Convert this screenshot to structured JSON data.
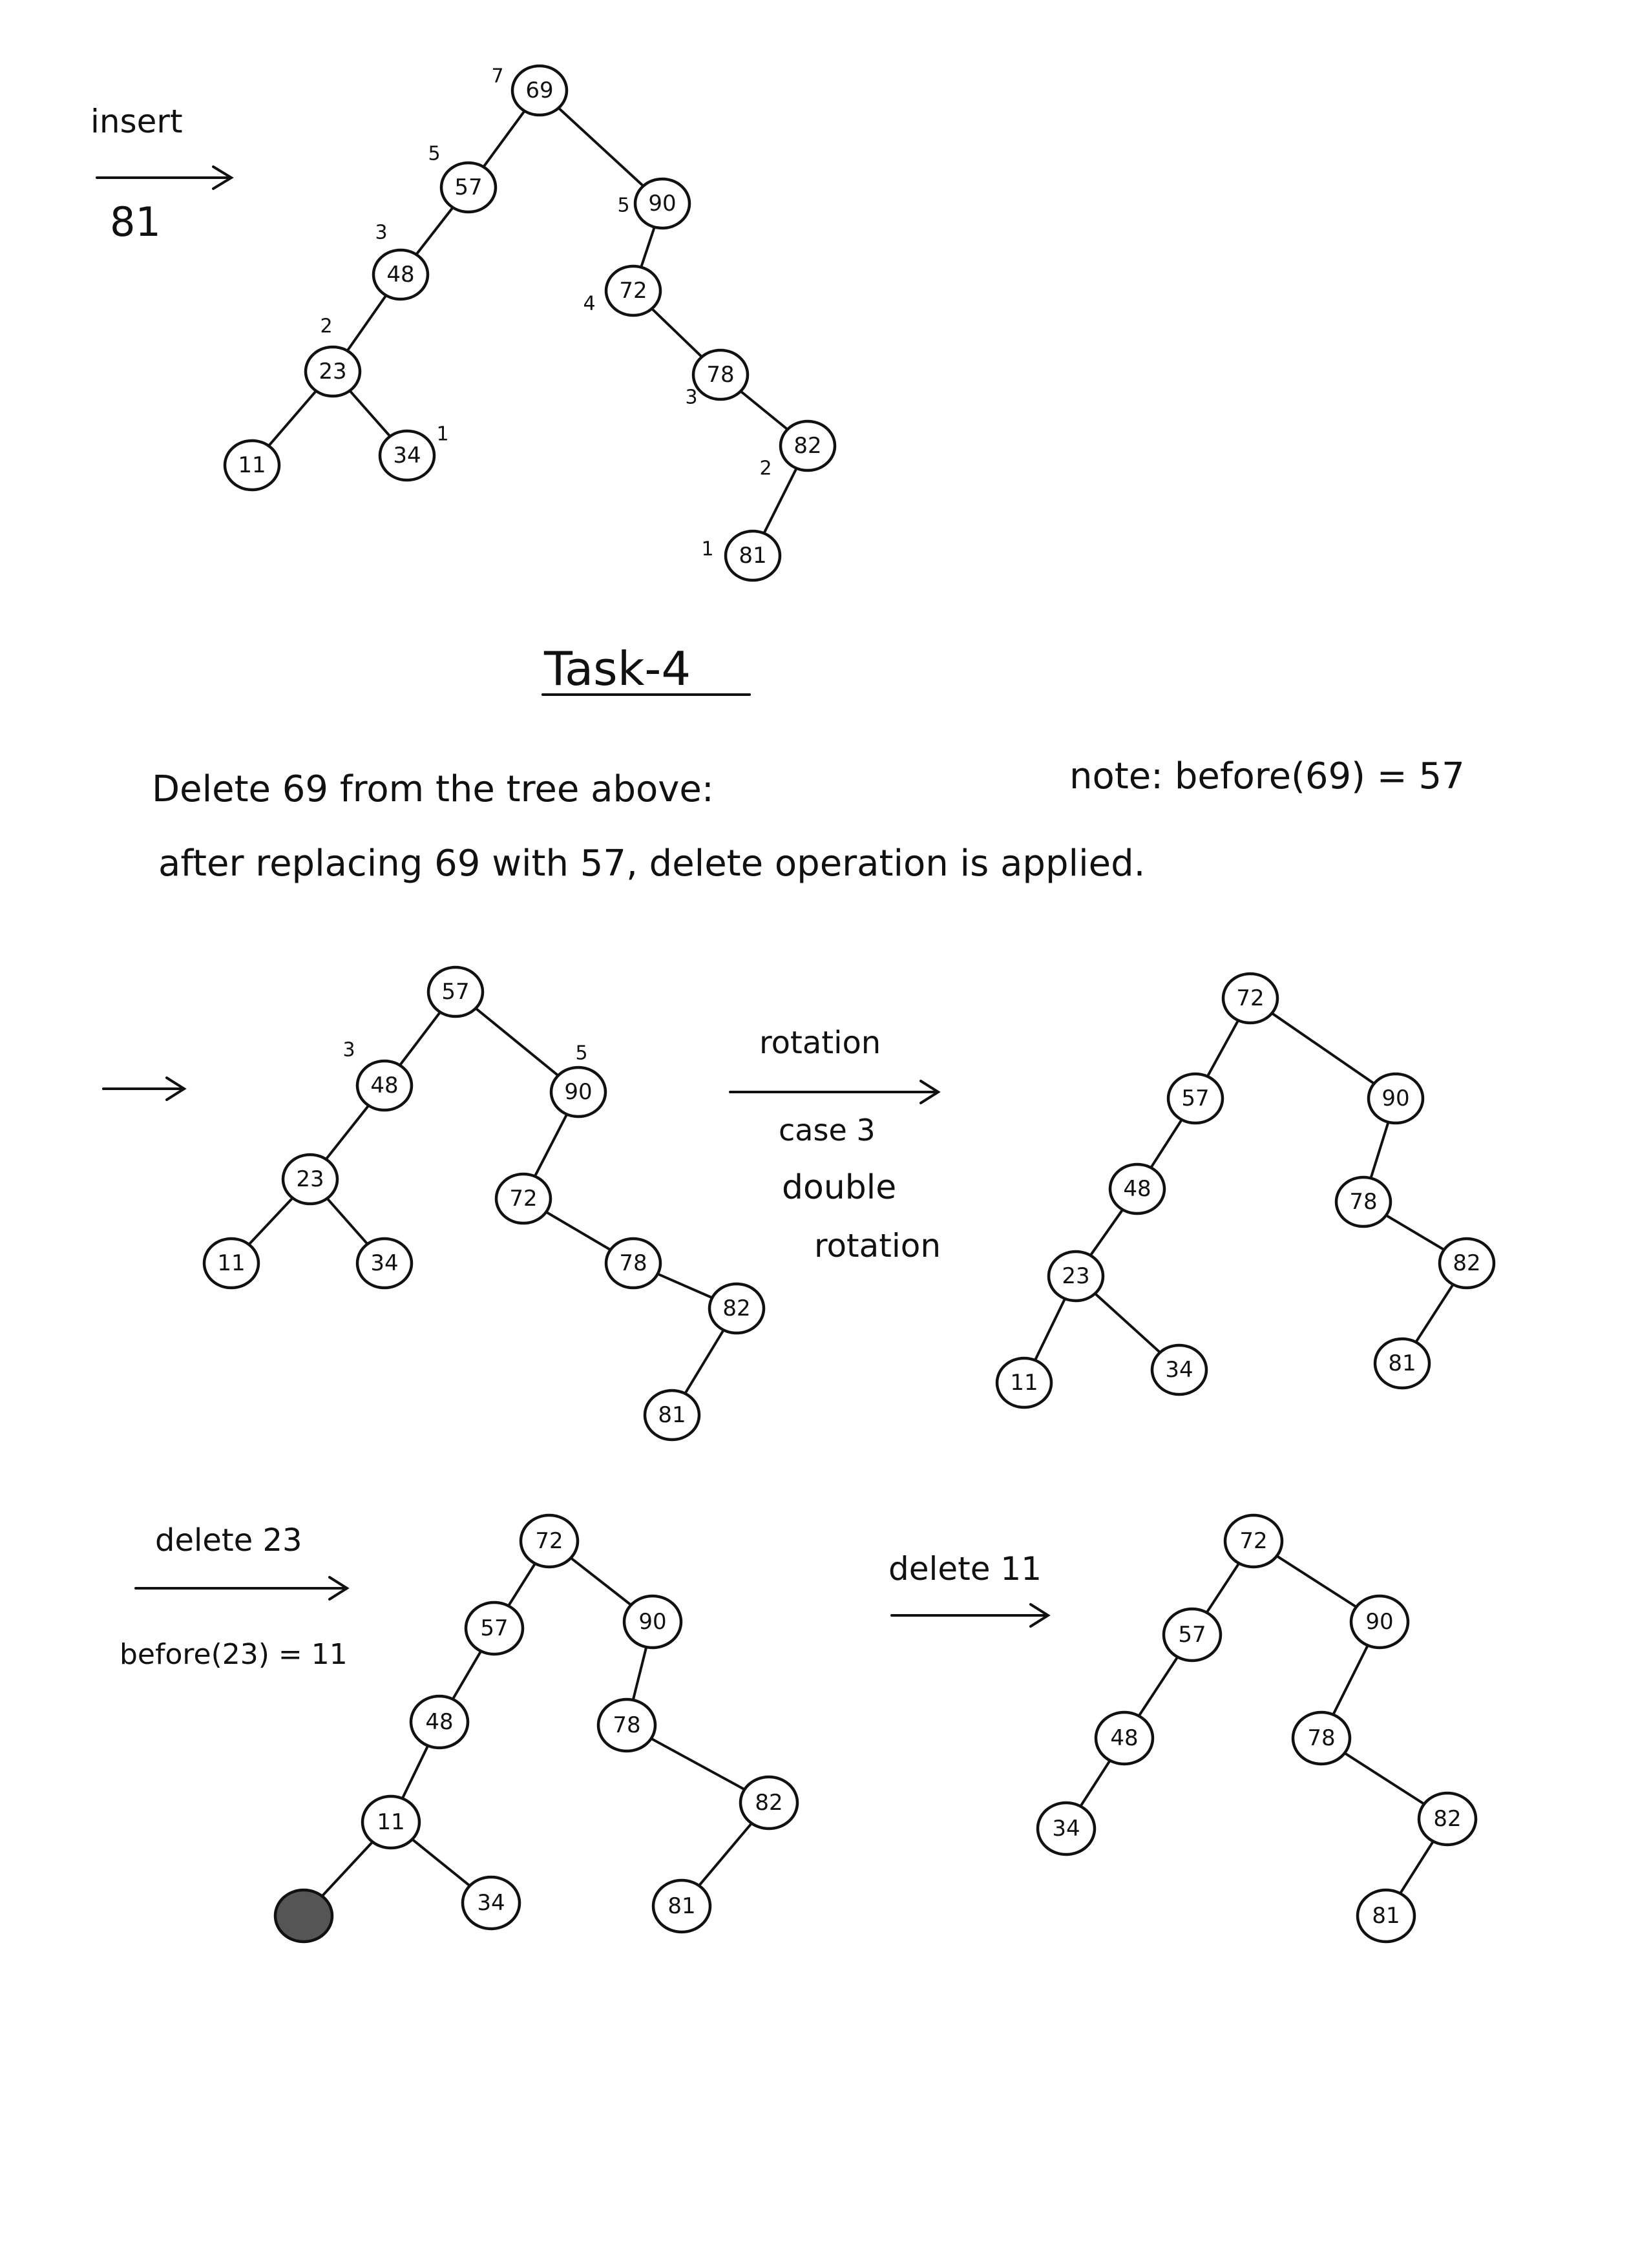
{
  "page": {
    "background": "#ffffff",
    "ink": "#111111"
  },
  "top_note": {
    "action": "insert",
    "value": "81"
  },
  "heading": "Task-4",
  "description": {
    "line1_left": "Delete 69 from the tree above:",
    "line1_right": "note: before(69) = 57",
    "line2": "after replacing 69 with 57, delete operation is applied."
  },
  "rotation_label": {
    "line1": "rotation",
    "line2": "case 3",
    "line3": "double",
    "line4": "rotation"
  },
  "delete23_label": {
    "line1": "delete 23",
    "line2": "before(23) = 11"
  },
  "delete11_label": {
    "line1": "delete 11"
  },
  "trees": [
    {
      "id": "tree-insert-81",
      "nodes": [
        {
          "id": "n69",
          "label": "69",
          "height": "7"
        },
        {
          "id": "n57",
          "label": "57",
          "height": "5"
        },
        {
          "id": "n90",
          "label": "90",
          "height": "5"
        },
        {
          "id": "n48",
          "label": "48",
          "height": "3"
        },
        {
          "id": "n72",
          "label": "72",
          "height": "4"
        },
        {
          "id": "n23",
          "label": "23",
          "height": "2"
        },
        {
          "id": "n78",
          "label": "78",
          "height": "3"
        },
        {
          "id": "n11",
          "label": "11",
          "height": ""
        },
        {
          "id": "n34",
          "label": "34",
          "height": "1"
        },
        {
          "id": "n82",
          "label": "82",
          "height": "2"
        },
        {
          "id": "n81",
          "label": "81",
          "height": "1"
        }
      ],
      "edges": [
        [
          "n69",
          "n57"
        ],
        [
          "n69",
          "n90"
        ],
        [
          "n57",
          "n48"
        ],
        [
          "n48",
          "n23"
        ],
        [
          "n23",
          "n11"
        ],
        [
          "n23",
          "n34"
        ],
        [
          "n90",
          "n72"
        ],
        [
          "n72",
          "n78"
        ],
        [
          "n78",
          "n82"
        ],
        [
          "n82",
          "n81"
        ]
      ]
    },
    {
      "id": "tree-after-replace",
      "nodes": [
        {
          "id": "m57",
          "label": "57",
          "height": ""
        },
        {
          "id": "m48",
          "label": "48",
          "height": "3"
        },
        {
          "id": "m90",
          "label": "90",
          "height": "5"
        },
        {
          "id": "m23",
          "label": "23",
          "height": ""
        },
        {
          "id": "m11",
          "label": "11",
          "height": ""
        },
        {
          "id": "m34",
          "label": "34",
          "height": ""
        },
        {
          "id": "m72",
          "label": "72",
          "height": ""
        },
        {
          "id": "m78",
          "label": "78",
          "height": ""
        },
        {
          "id": "m82",
          "label": "82",
          "height": ""
        },
        {
          "id": "m81",
          "label": "81",
          "height": ""
        }
      ],
      "edges": [
        [
          "m57",
          "m48"
        ],
        [
          "m57",
          "m90"
        ],
        [
          "m48",
          "m23"
        ],
        [
          "m23",
          "m11"
        ],
        [
          "m23",
          "m34"
        ],
        [
          "m90",
          "m72"
        ],
        [
          "m72",
          "m78"
        ],
        [
          "m78",
          "m82"
        ],
        [
          "m82",
          "m81"
        ]
      ]
    },
    {
      "id": "tree-after-rotation",
      "nodes": [
        {
          "id": "r72",
          "label": "72",
          "height": ""
        },
        {
          "id": "r57",
          "label": "57",
          "height": ""
        },
        {
          "id": "r90",
          "label": "90",
          "height": ""
        },
        {
          "id": "r48",
          "label": "48",
          "height": ""
        },
        {
          "id": "r78",
          "label": "78",
          "height": ""
        },
        {
          "id": "r23",
          "label": "23",
          "height": ""
        },
        {
          "id": "r82",
          "label": "82",
          "height": ""
        },
        {
          "id": "r11",
          "label": "11",
          "height": ""
        },
        {
          "id": "r34",
          "label": "34",
          "height": ""
        },
        {
          "id": "r81",
          "label": "81",
          "height": ""
        }
      ],
      "edges": [
        [
          "r72",
          "r57"
        ],
        [
          "r72",
          "r90"
        ],
        [
          "r57",
          "r48"
        ],
        [
          "r48",
          "r23"
        ],
        [
          "r23",
          "r11"
        ],
        [
          "r23",
          "r34"
        ],
        [
          "r90",
          "r78"
        ],
        [
          "r78",
          "r82"
        ],
        [
          "r82",
          "r81"
        ]
      ]
    },
    {
      "id": "tree-delete-23",
      "nodes": [
        {
          "id": "d72",
          "label": "72",
          "height": ""
        },
        {
          "id": "d57",
          "label": "57",
          "height": ""
        },
        {
          "id": "d90",
          "label": "90",
          "height": ""
        },
        {
          "id": "d48",
          "label": "48",
          "height": ""
        },
        {
          "id": "d78",
          "label": "78",
          "height": ""
        },
        {
          "id": "d11",
          "label": "11",
          "height": ""
        },
        {
          "id": "d82",
          "label": "82",
          "height": ""
        },
        {
          "id": "dX",
          "label": "",
          "height": "",
          "shaded": true
        },
        {
          "id": "d34",
          "label": "34",
          "height": ""
        },
        {
          "id": "d81",
          "label": "81",
          "height": ""
        }
      ],
      "edges": [
        [
          "d72",
          "d57"
        ],
        [
          "d72",
          "d90"
        ],
        [
          "d57",
          "d48"
        ],
        [
          "d48",
          "d11"
        ],
        [
          "d11",
          "dX"
        ],
        [
          "d11",
          "d34"
        ],
        [
          "d90",
          "d78"
        ],
        [
          "d78",
          "d82"
        ],
        [
          "d82",
          "d81"
        ]
      ]
    },
    {
      "id": "tree-delete-11",
      "nodes": [
        {
          "id": "e72",
          "label": "72",
          "height": ""
        },
        {
          "id": "e57",
          "label": "57",
          "height": ""
        },
        {
          "id": "e90",
          "label": "90",
          "height": ""
        },
        {
          "id": "e48",
          "label": "48",
          "height": ""
        },
        {
          "id": "e78",
          "label": "78",
          "height": ""
        },
        {
          "id": "e34",
          "label": "34",
          "height": ""
        },
        {
          "id": "e82",
          "label": "82",
          "height": ""
        },
        {
          "id": "e81",
          "label": "81",
          "height": ""
        }
      ],
      "edges": [
        [
          "e72",
          "e57"
        ],
        [
          "e72",
          "e90"
        ],
        [
          "e57",
          "e48"
        ],
        [
          "e48",
          "e34"
        ],
        [
          "e90",
          "e78"
        ],
        [
          "e78",
          "e82"
        ],
        [
          "e82",
          "e81"
        ]
      ]
    }
  ]
}
